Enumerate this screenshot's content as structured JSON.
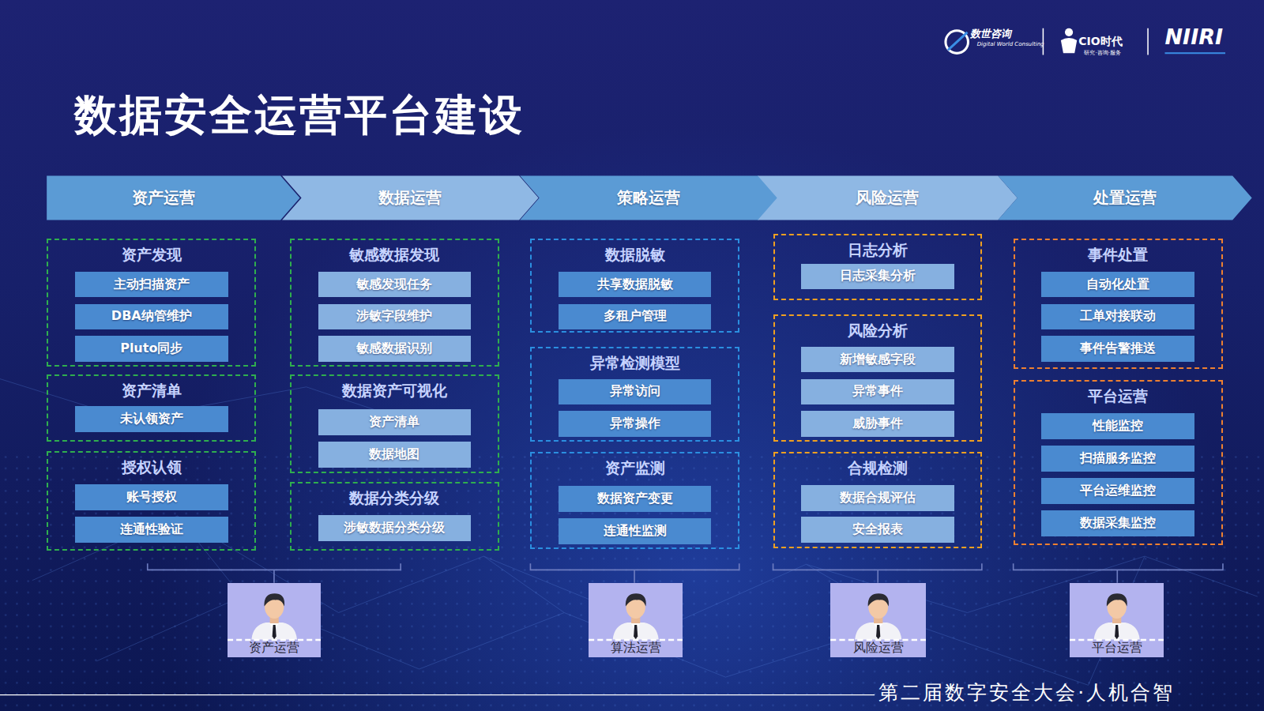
{
  "diagram": {
    "title": "数据安全运营平台建设",
    "caption": "第二届数字安全大会·人机合智",
    "nodes": [
      {
        "text": [
          "资产运营"
        ]
      },
      {
        "text": [
          "数据运营"
        ]
      },
      {
        "text": [
          "策略运营"
        ]
      },
      {
        "text": [
          "风险运营"
        ]
      },
      {
        "text": [
          "处置运营"
        ]
      },
      {
        "text": [
          "资产发现"
        ]
      },
      {
        "text": [
          "主动扫描资产"
        ],
        "in": 5
      },
      {
        "text": [
          "DBA纳管维护"
        ],
        "in": 5
      },
      {
        "text": [
          "Pluto同步"
        ],
        "in": 5
      },
      {
        "text": [
          "资产清单"
        ]
      },
      {
        "text": [
          "未认领资产"
        ],
        "in": 9
      },
      {
        "text": [
          "授权认领"
        ]
      },
      {
        "text": [
          "账号授权"
        ],
        "in": 11
      },
      {
        "text": [
          "连通性验证"
        ],
        "in": 11
      },
      {
        "text": [
          "敏感数据发现"
        ]
      },
      {
        "text": [
          "敏感发现任务"
        ],
        "in": 14
      },
      {
        "text": [
          "涉敏字段维护"
        ],
        "in": 14
      },
      {
        "text": [
          "敏感数据识别"
        ],
        "in": 14
      },
      {
        "text": [
          "数据资产可视化"
        ]
      },
      {
        "text": [
          "资产清单"
        ],
        "in": 18
      },
      {
        "text": [
          "数据地图"
        ],
        "in": 18
      },
      {
        "text": [
          "数据分类分级"
        ]
      },
      {
        "text": [
          "涉敏数据分类分级"
        ],
        "in": 21
      },
      {
        "text": [
          "数据脱敏"
        ]
      },
      {
        "text": [
          "共享数据脱敏"
        ],
        "in": 23
      },
      {
        "text": [
          "多租户管理"
        ],
        "in": 23
      },
      {
        "text": [
          "异常检测模型"
        ]
      },
      {
        "text": [
          "异常访问"
        ],
        "in": 26
      },
      {
        "text": [
          "异常操作"
        ],
        "in": 26
      },
      {
        "text": [
          "资产监测"
        ]
      },
      {
        "text": [
          "数据资产变更"
        ],
        "in": 29
      },
      {
        "text": [
          "连通性监测"
        ],
        "in": 29
      },
      {
        "text": [
          "日志分析"
        ]
      },
      {
        "text": [
          "日志采集分析"
        ],
        "in": 32
      },
      {
        "text": [
          "风险分析"
        ]
      },
      {
        "text": [
          "新增敏感字段"
        ],
        "in": 34
      },
      {
        "text": [
          "异常事件"
        ],
        "in": 34
      },
      {
        "text": [
          "威胁事件"
        ],
        "in": 34
      },
      {
        "text": [
          "合规检测"
        ]
      },
      {
        "text": [
          "数据合规评估"
        ],
        "in": 38
      },
      {
        "text": [
          "安全报表"
        ],
        "in": 38
      },
      {
        "text": [
          "事件处置"
        ]
      },
      {
        "text": [
          "自动化处置"
        ],
        "in": 41
      },
      {
        "text": [
          "工单对接联动"
        ],
        "in": 41
      },
      {
        "text": [
          "事件告警推送"
        ],
        "in": 41
      },
      {
        "text": [
          "平台运营"
        ]
      },
      {
        "text": [
          "性能监控"
        ],
        "in": 45
      },
      {
        "text": [
          "扫描服务监控"
        ],
        "in": 45
      },
      {
        "text": [
          "平台运维监控"
        ],
        "in": 45
      },
      {
        "text": [
          "数据采集监控"
        ],
        "in": 45
      },
      {
        "text": [
          "资产运营"
        ]
      },
      {
        "text": [
          "算法运营"
        ]
      },
      {
        "text": [
          "风险运营"
        ]
      },
      {
        "text": [
          "平台运营"
        ]
      }
    ],
    "labels": [
      "数世咨询",
      "Digital World Consulting",
      "CIO时代",
      "研究·咨询·服务",
      "NIIRI"
    ]
  }
}
